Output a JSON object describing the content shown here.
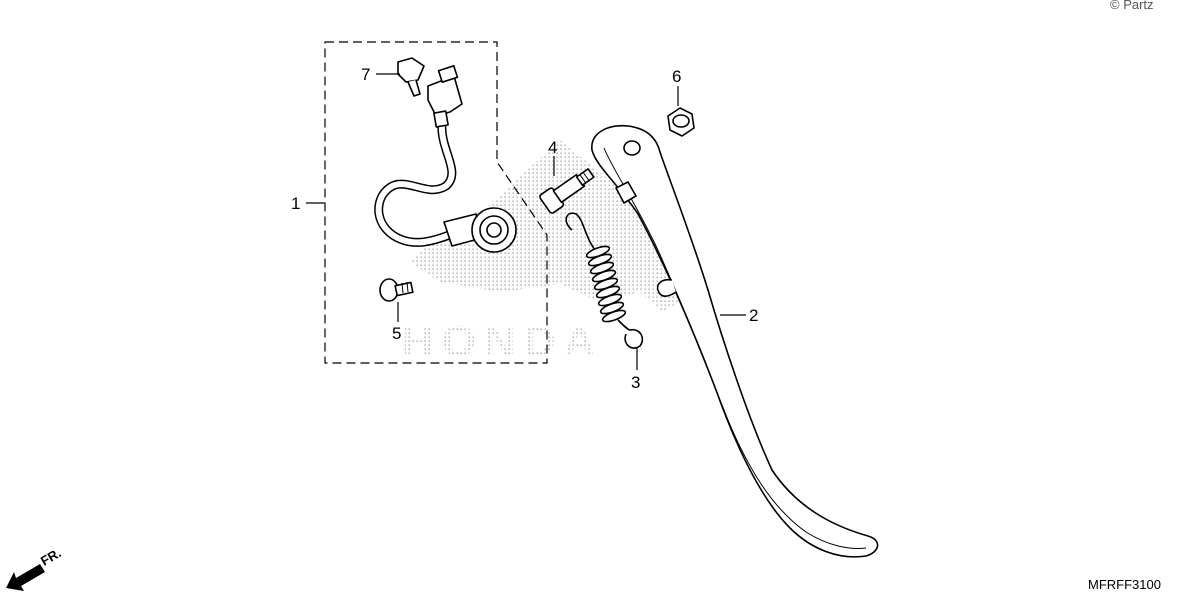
{
  "copyright": "© Partz",
  "diagram_code": "MFRFF3100",
  "direction_label": "FR.",
  "watermark": "HONDA",
  "callouts": [
    "1",
    "2",
    "3",
    "4",
    "5",
    "6",
    "7"
  ]
}
